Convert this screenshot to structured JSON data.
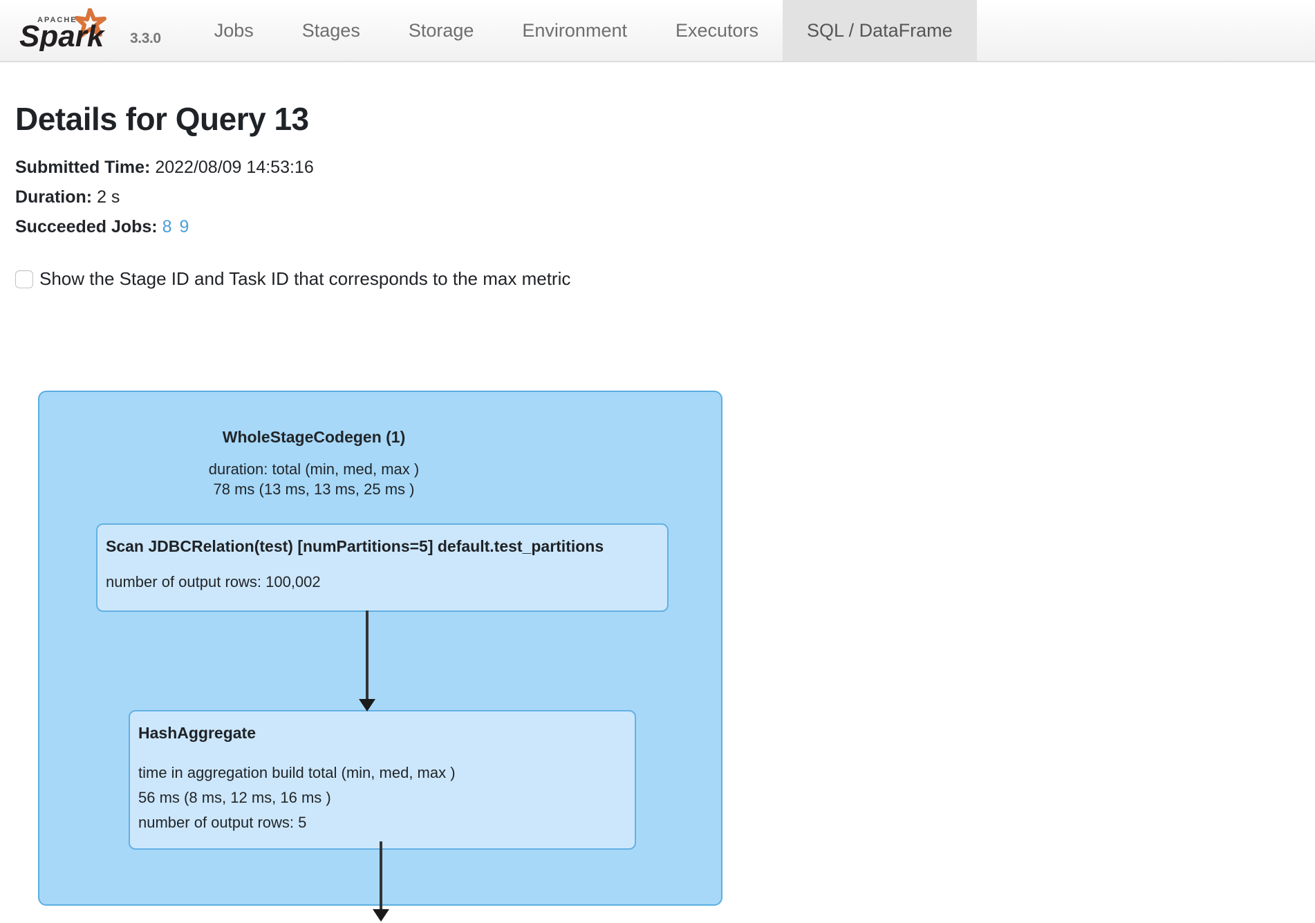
{
  "navbar": {
    "brand_name": "Apache Spark",
    "version": "3.3.0",
    "tabs": [
      {
        "label": "Jobs",
        "active": false
      },
      {
        "label": "Stages",
        "active": false
      },
      {
        "label": "Storage",
        "active": false
      },
      {
        "label": "Environment",
        "active": false
      },
      {
        "label": "Executors",
        "active": false
      },
      {
        "label": "SQL / DataFrame",
        "active": true
      }
    ]
  },
  "page": {
    "title": "Details for Query 13",
    "submitted_time_label": "Submitted Time:",
    "submitted_time_value": "2022/08/09 14:53:16",
    "duration_label": "Duration:",
    "duration_value": "2 s",
    "succeeded_jobs_label": "Succeeded Jobs:",
    "succeeded_jobs": [
      "8",
      "9"
    ],
    "checkbox_label": "Show the Stage ID and Task ID that corresponds to the max metric",
    "checkbox_checked": false
  },
  "dag": {
    "container": {
      "title": "WholeStageCodegen (1)",
      "metrics_line1": "duration: total (min, med, max )",
      "metrics_line2": "78 ms (13 ms, 13 ms, 25 ms )"
    },
    "nodes": [
      {
        "title": "Scan JDBCRelation(test) [numPartitions=5] default.test_partitions",
        "metrics": [
          "number of output rows: 100,002"
        ]
      },
      {
        "title": "HashAggregate",
        "metrics": [
          "time in aggregation build total (min, med, max )",
          "56 ms (8 ms, 12 ms, 16 ms )",
          "number of output rows: 5"
        ]
      }
    ]
  },
  "colors": {
    "link": "#4c9fd6",
    "container_fill": "#a7d8f8",
    "container_border": "#5aaee0",
    "node_fill": "#cce7fb",
    "node_border": "#63b0e4",
    "edge": "#333333",
    "active_tab_bg": "#e2e2e2"
  }
}
